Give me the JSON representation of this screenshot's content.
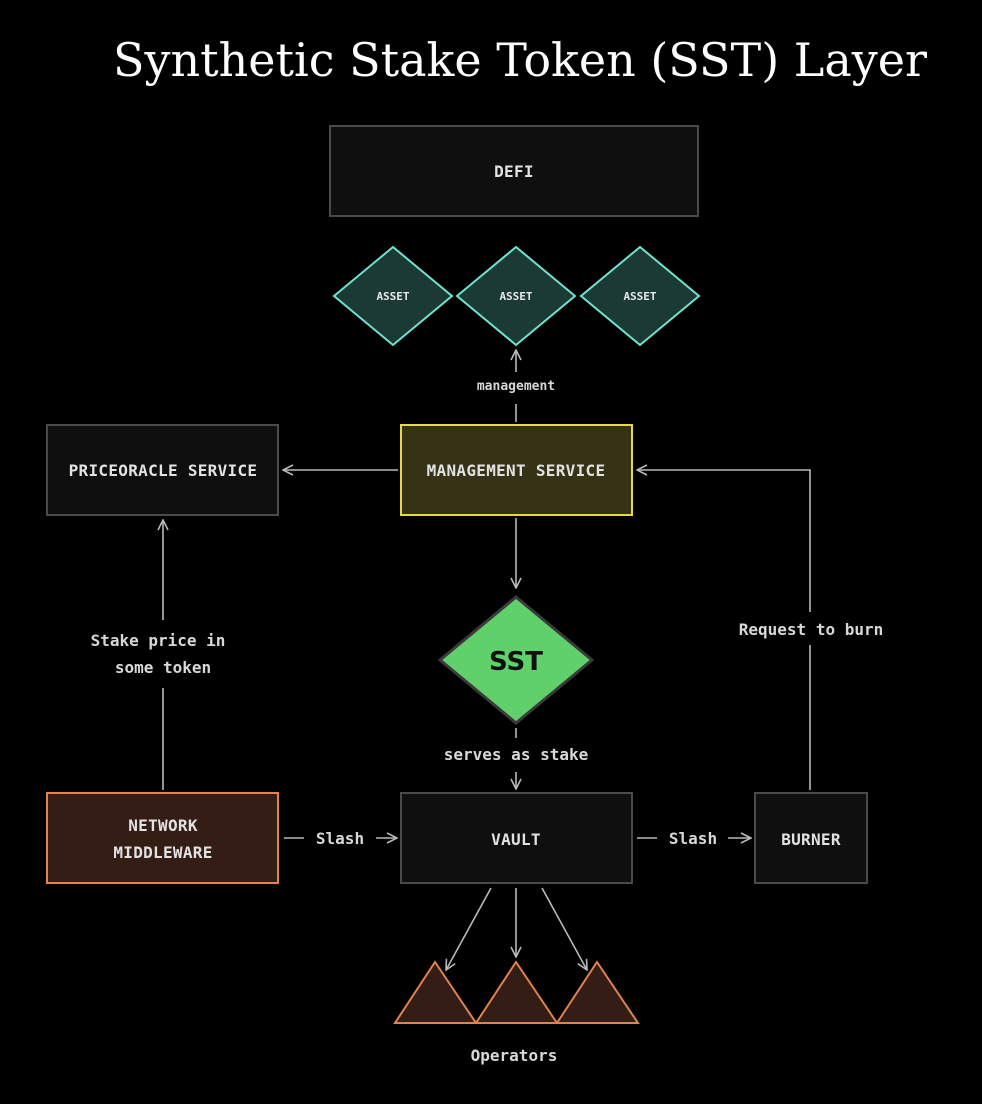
{
  "title": "Synthetic Stake Token (SST) Layer",
  "nodes": {
    "defi": "DEFI",
    "assets": [
      "ASSET",
      "ASSET",
      "ASSET"
    ],
    "management_service": "MANAGEMENT SERVICE",
    "priceoracle_service": "PRICEORACLE SERVICE",
    "sst": "SST",
    "network_middleware": [
      "NETWORK",
      "MIDDLEWARE"
    ],
    "vault": "VAULT",
    "burner": "BURNER",
    "operators": "Operators"
  },
  "edges": {
    "management": "management",
    "stake_price": [
      "Stake price in",
      "some token"
    ],
    "request_to_burn": "Request to burn",
    "serves_as_stake": "serves as stake",
    "slash_network_vault": "Slash",
    "slash_vault_burner": "Slash"
  },
  "colors": {
    "background": "#000000",
    "box_fill": "#0f0f0f",
    "box_stroke": "#4a4a4a",
    "asset_fill": "#1c3a35",
    "asset_stroke": "#6fe3d0",
    "management_fill": "#353215",
    "management_stroke": "#e6d84a",
    "sst_fill": "#5fd06a",
    "sst_stroke": "#3a3a3a",
    "middleware_fill": "#331d14",
    "middleware_stroke": "#e2834f",
    "operator_fill": "#331d14",
    "operator_stroke": "#e2834f",
    "arrow": "#b9b9b9"
  }
}
